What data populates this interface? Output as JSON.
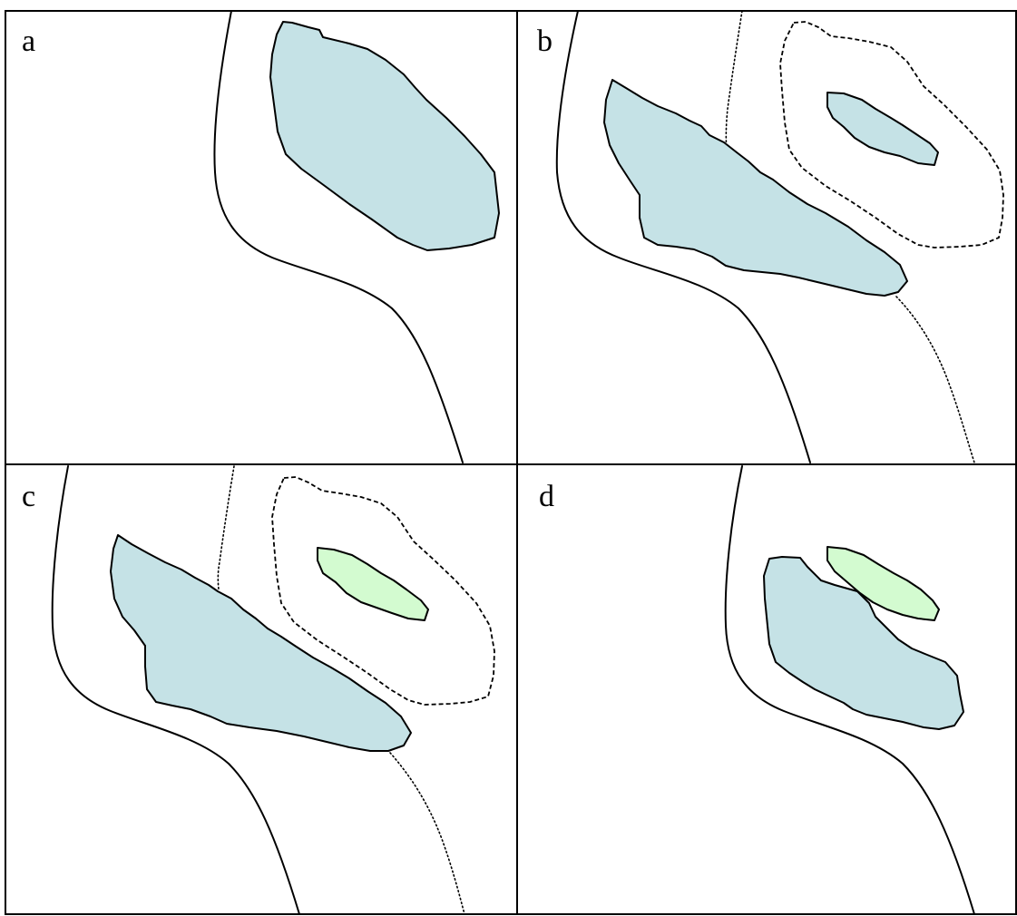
{
  "colors": {
    "region_blue": "#c5e2e6",
    "region_green": "#d3fbd0",
    "outline": "#000000",
    "background": "#ffffff"
  },
  "panels": [
    {
      "label": "a"
    },
    {
      "label": "b"
    },
    {
      "label": "c"
    },
    {
      "label": "d"
    }
  ]
}
